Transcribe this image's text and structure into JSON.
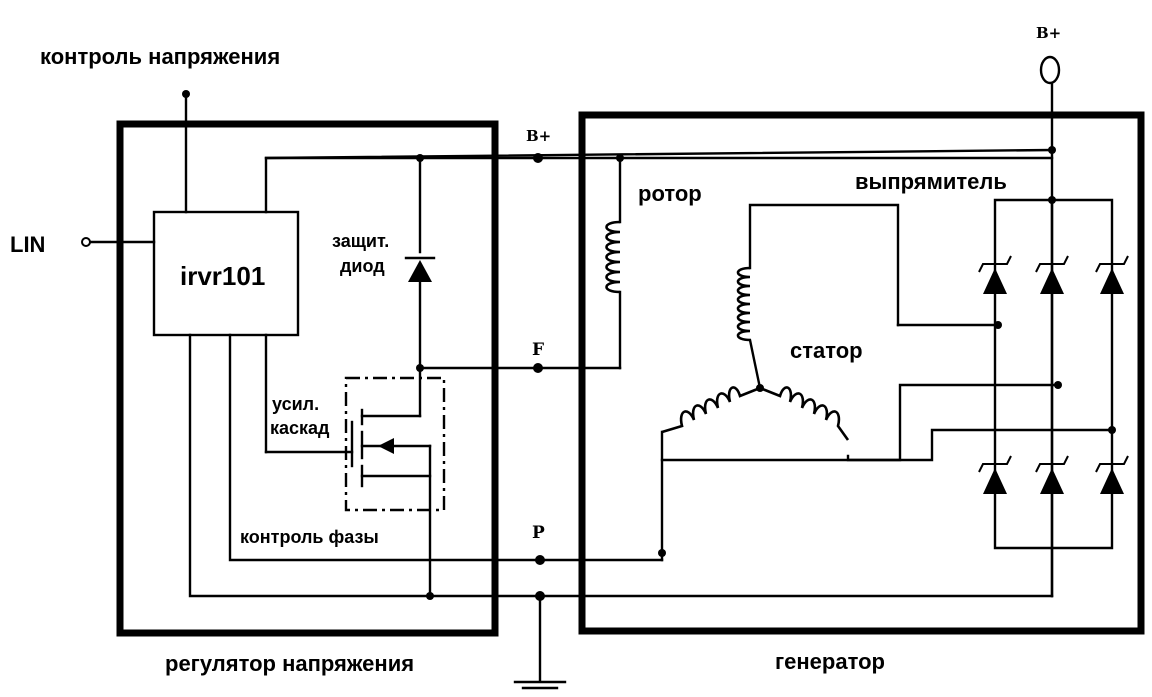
{
  "labels": {
    "voltage_control": "контроль напряжения",
    "lin": "LIN",
    "chip": "irvr101",
    "protect_diode_line1": "защит.",
    "protect_diode_line2": "диод",
    "amp_line1": "усил.",
    "amp_line2": "каскад",
    "phase_control": "контроль фазы",
    "regulator": "регулятор напряжения",
    "generator": "генератор",
    "rotor": "ротор",
    "stator": "статор",
    "rectifier": "выпрямитель",
    "terminal_bplus_top": "B+",
    "terminal_bplus": "B+",
    "terminal_f": "F",
    "terminal_p": "P"
  }
}
